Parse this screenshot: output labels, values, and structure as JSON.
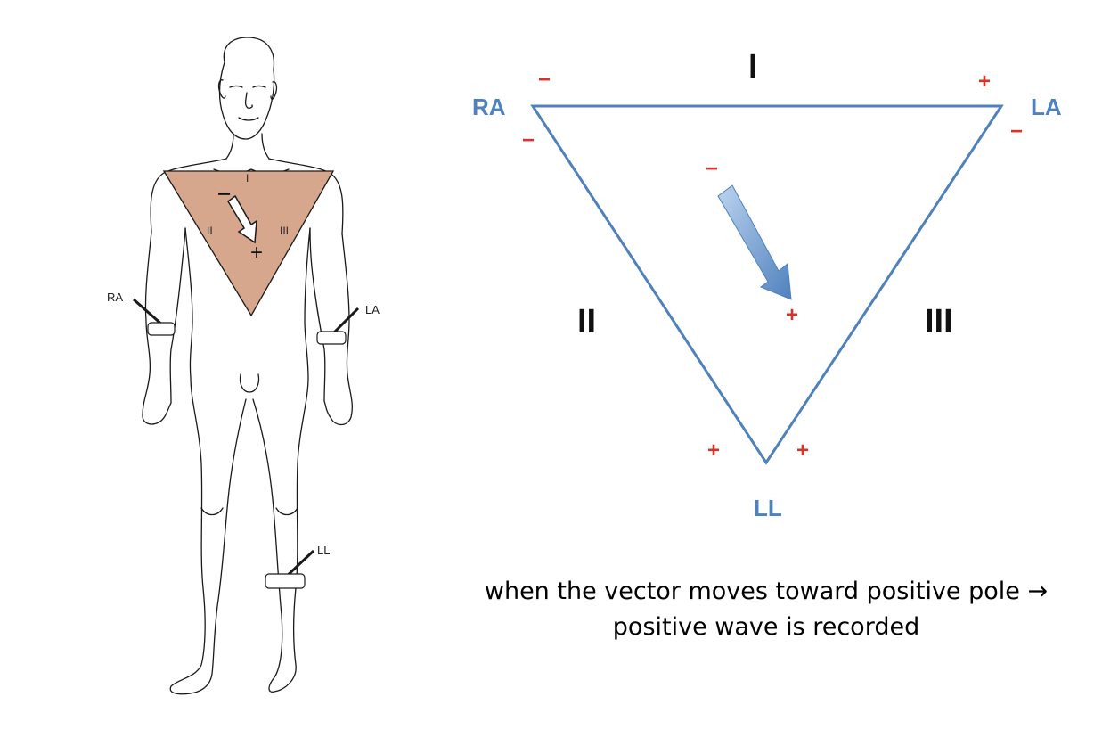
{
  "left_figure": {
    "electrodes": {
      "ra": "RA",
      "la": "LA",
      "ll": "LL"
    },
    "leads": {
      "one": "I",
      "two": "II",
      "three": "III"
    },
    "poles": {
      "minus": "−",
      "plus": "+"
    },
    "colors": {
      "triangle_fill": "#d7a78d",
      "line": "#1a1a1a"
    }
  },
  "right_figure": {
    "leads": {
      "one": "I",
      "two": "II",
      "three": "III"
    },
    "electrodes": {
      "ra": "RA",
      "la": "LA",
      "ll": "LL"
    },
    "poles": {
      "i_minus": "−",
      "i_plus": "+",
      "ii_minus": "−",
      "ii_plus": "+",
      "iii_minus": "−",
      "iii_plus": "+",
      "vector_minus": "−",
      "vector_plus": "+"
    },
    "colors": {
      "triangle_stroke": "#4f81bd",
      "electrode_text": "#4f81bd",
      "pole_text": "#d6332a",
      "arrow": "#4f81bd"
    }
  },
  "caption": {
    "line1": "when the vector moves toward positive pole →",
    "line2": "positive wave is recorded"
  }
}
